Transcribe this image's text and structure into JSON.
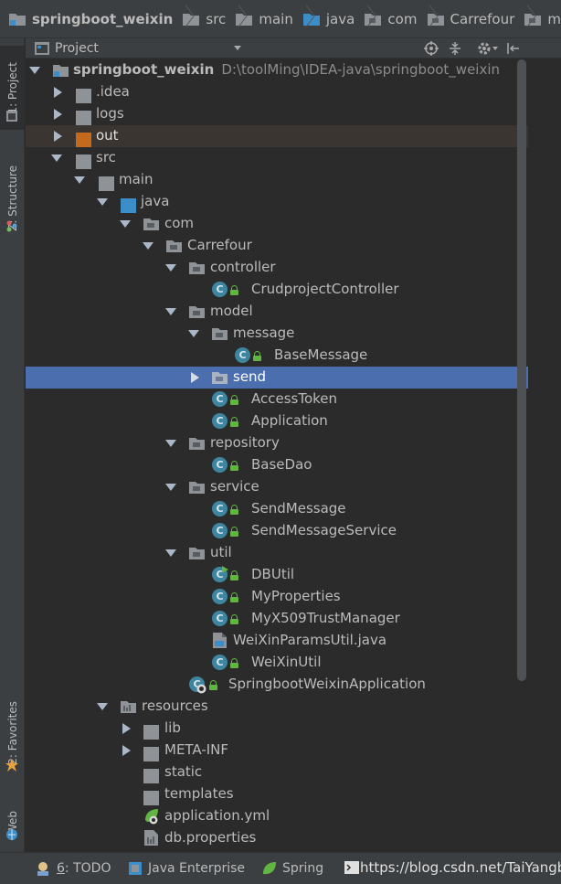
{
  "breadcrumb": [
    {
      "label": "springboot_weixin",
      "icon": "module-folder-icon"
    },
    {
      "label": "src",
      "icon": "folder-icon"
    },
    {
      "label": "main",
      "icon": "folder-icon"
    },
    {
      "label": "java",
      "icon": "source-folder-icon"
    },
    {
      "label": "com",
      "icon": "package-icon"
    },
    {
      "label": "Carrefour",
      "icon": "package-icon"
    },
    {
      "label": "m",
      "icon": "package-icon"
    }
  ],
  "left_strip": {
    "project_tab": "1: Project",
    "structure_tab": "Z: Structure",
    "favorites_tab": "2: Favorites",
    "web_tab": "Web"
  },
  "panel": {
    "title": "Project"
  },
  "tree": {
    "root_label": "springboot_weixin",
    "root_path": "D:\\toolMing\\IDEA-java\\springboot_weixin",
    "idea": ".idea",
    "logs": "logs",
    "out": "out",
    "src": "src",
    "main": "main",
    "java": "java",
    "com": "com",
    "carrefour": "Carrefour",
    "controller": "controller",
    "crud_controller": "CrudprojectController",
    "model": "model",
    "message": "message",
    "base_message": "BaseMessage",
    "send": "send",
    "access_token": "AccessToken",
    "application": "Application",
    "repository": "repository",
    "base_dao": "BaseDao",
    "service": "service",
    "send_message": "SendMessage",
    "send_message_service": "SendMessageService",
    "util": "util",
    "db_util": "DBUtil",
    "my_properties": "MyProperties",
    "my_trust_manager": "MyX509TrustManager",
    "weixin_params": "WeiXinParamsUtil.java",
    "weixin_util": "WeiXinUtil",
    "springboot_app": "SpringbootWeixinApplication",
    "resources": "resources",
    "lib": "lib",
    "meta_inf": "META-INF",
    "static": "static",
    "templates": "templates",
    "application_yml": "application.yml",
    "db_properties": "db.properties"
  },
  "bottom_bar": {
    "todo_num": "6",
    "todo_text": ": TODO",
    "java_enterprise": "Java Enterprise",
    "spring": "Spring",
    "watermark": "https://blog.csdn.net/TaiYangb"
  },
  "colors": {
    "selection": "#4b6eaf",
    "class_icon": "#3e86a0",
    "source_folder": "#3d8dc9",
    "excluded_folder": "#c46a1c",
    "access_lock": "#62b543"
  }
}
